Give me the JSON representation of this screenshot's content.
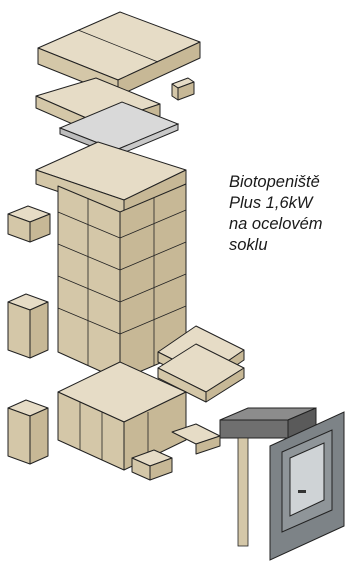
{
  "caption": {
    "lines": [
      "Biotopeniště",
      "Plus 1,6kW",
      "na ocelovém",
      "soklu"
    ]
  },
  "colors": {
    "brick_top": "#e6dcc6",
    "brick_side": "#d4c7a8",
    "brick_front": "#c7b896",
    "outline": "#222222",
    "steel_plate": "#d9d9d9",
    "door_frame": "#6f6f6f",
    "door_face": "#8f9599",
    "door_glass": "#cfd3d6"
  }
}
